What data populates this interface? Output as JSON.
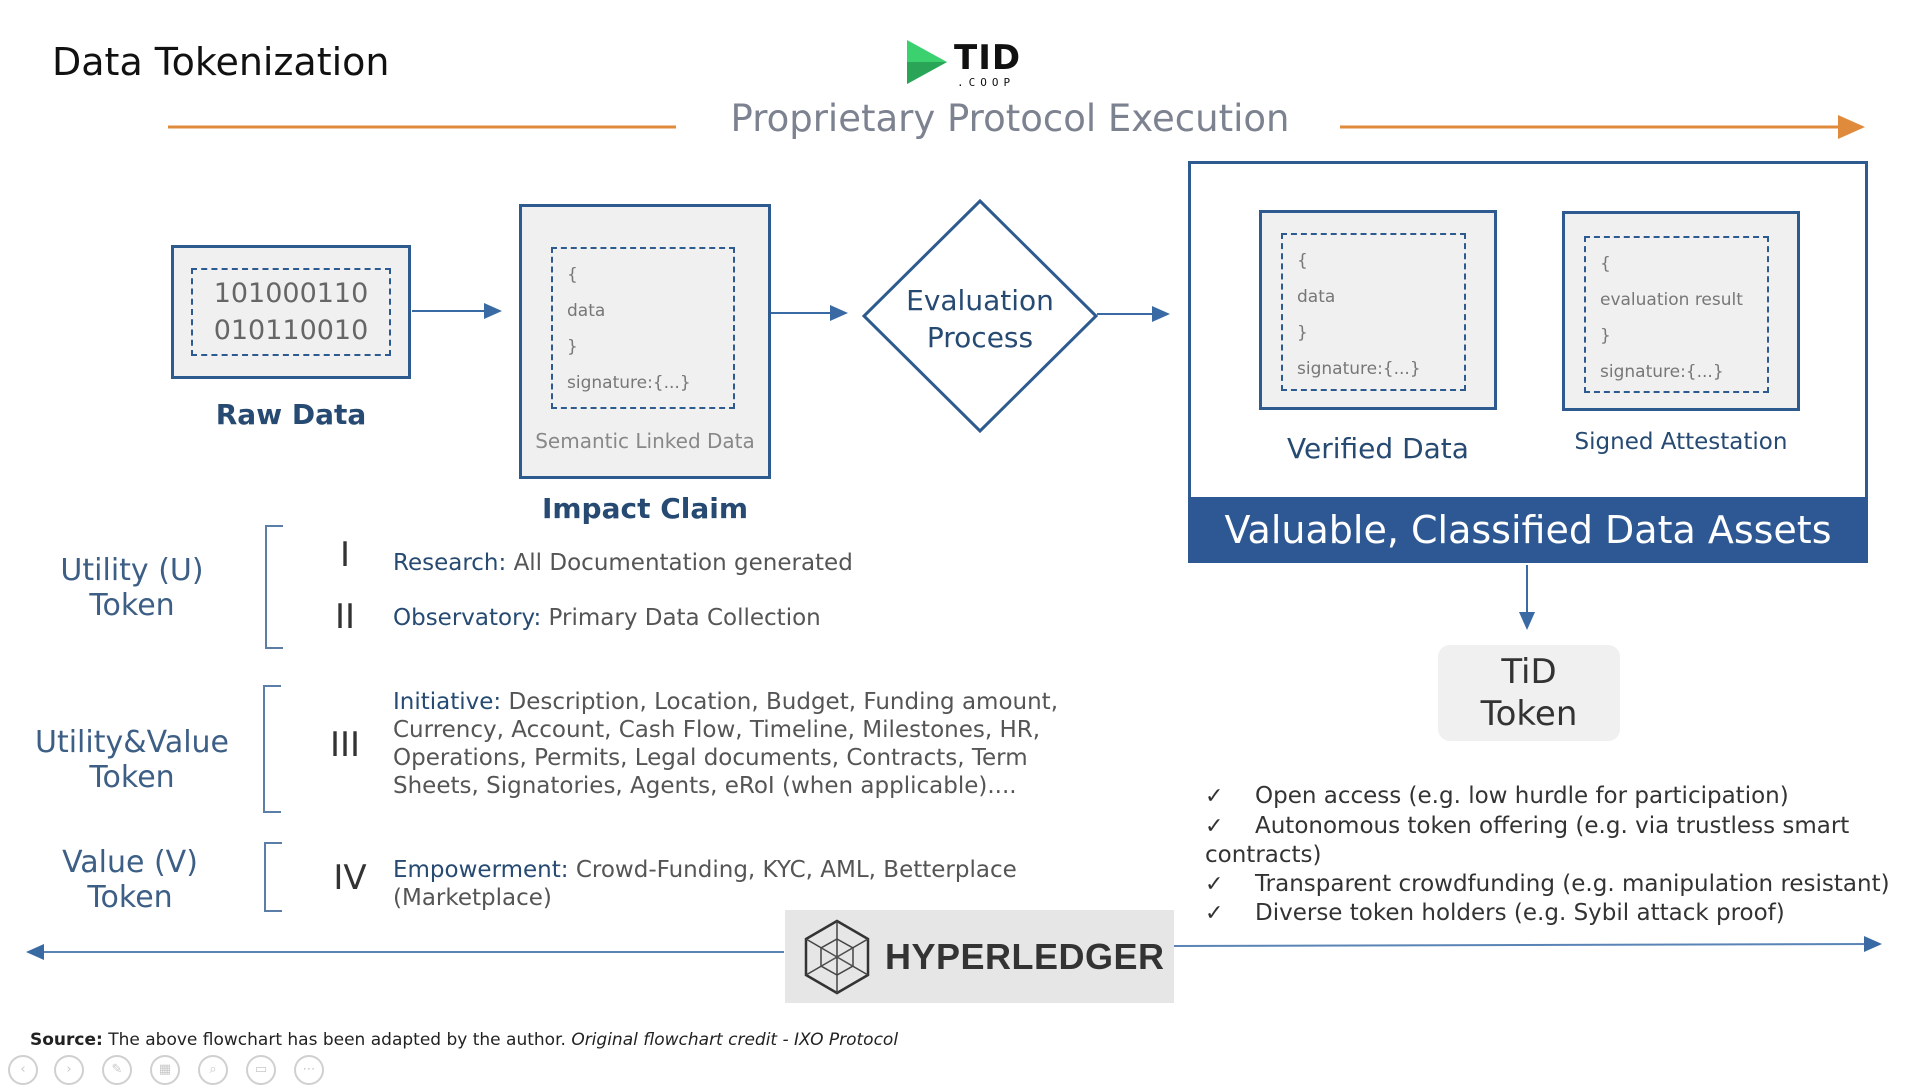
{
  "slide": {
    "title": "Data Tokenization",
    "logo_text": "TID",
    "logo_subtext": ".COOP",
    "protocol_title": "Proprietary Protocol Execution"
  },
  "flow": {
    "raw_data": {
      "line1": "101000110",
      "line2": "010110010",
      "label": "Raw Data"
    },
    "impact_claim": {
      "code_open": "{",
      "code_data": "data",
      "code_close": "}",
      "code_signature": "signature:{...}",
      "caption": "Semantic Linked Data",
      "label": "Impact Claim"
    },
    "evaluation": {
      "line1": "Evaluation",
      "line2": "Process"
    },
    "verified_data": {
      "code_open": "{",
      "code_data": "data",
      "code_close": "}",
      "code_signature": "signature:{...}",
      "label": "Verified Data"
    },
    "signed_attestation": {
      "code_open": "{",
      "code_data": "evaluation result",
      "code_close": "}",
      "code_signature": "signature:{...}",
      "label": "Signed Attestation"
    },
    "assets_bar": "Valuable, Classified Data Assets",
    "tid_token": {
      "line1": "TiD",
      "line2": "Token"
    }
  },
  "token_types": [
    {
      "label_line1": "Utility (U)",
      "label_line2": "Token"
    },
    {
      "label_line1": "Utility&Value",
      "label_line2": "Token"
    },
    {
      "label_line1": "Value (V)",
      "label_line2": "Token"
    }
  ],
  "tiers": [
    {
      "numeral": "I",
      "title": "Research:",
      "text": "All Documentation generated"
    },
    {
      "numeral": "II",
      "title": "Observatory:",
      "text": "Primary Data Collection"
    },
    {
      "numeral": "III",
      "title": "Initiative:",
      "text_line1": "Description, Location, Budget, Funding amount,",
      "text_line2": "Currency, Account, Cash Flow, Timeline, Milestones, HR,",
      "text_line3": "Operations, Permits, Legal documents, Contracts, Term",
      "text_line4": "Sheets, Signatories,   Agents, eRoI (when applicable)...."
    },
    {
      "numeral": "IV",
      "title": "Empowerment:",
      "text_line1": "Crowd-Funding, KYC, AML, Betterplace",
      "text_line2": "(Marketplace)"
    }
  ],
  "benefits": [
    {
      "check": "✓",
      "text": "Open access (e.g. low hurdle for participation)"
    },
    {
      "check": "✓",
      "text": "Autonomous token offering (e.g. via trustless smart contracts)"
    },
    {
      "check": "✓",
      "text": "Transparent crowdfunding (e.g. manipulation resistant)"
    },
    {
      "check": "✓",
      "text": "Diverse token holders (e.g. Sybil attack proof)"
    }
  ],
  "hyperledger": {
    "text": "HYPERLEDGER"
  },
  "source": {
    "prefix": "Source:",
    "text": "The above flowchart has been adapted by the author.",
    "credit": "Original flowchart credit - IXO Protocol"
  },
  "colors": {
    "accent_blue": "#2e5893",
    "box_border": "#2e5b8f",
    "orange_line": "#e08a3c",
    "label_blue": "#264a72",
    "logo_green": "#3bd16f"
  },
  "controls": [
    "prev-icon",
    "next-icon",
    "pen-icon",
    "slides-icon",
    "zoom-icon",
    "subtitles-icon",
    "more-icon"
  ]
}
